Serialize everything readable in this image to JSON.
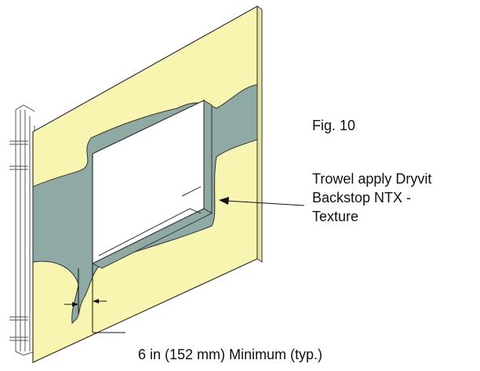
{
  "figure": {
    "number_label": "Fig. 10"
  },
  "callout": {
    "lines": [
      "Trowel apply Dryvit",
      "Backstop NTX -",
      "Texture"
    ]
  },
  "dimension": {
    "label": "6 in (152 mm) Minimum (typ.)"
  },
  "colors": {
    "board": "#f8f5b0",
    "coating": "#8faaa5",
    "line": "#333333",
    "opening": "#ffffff"
  }
}
